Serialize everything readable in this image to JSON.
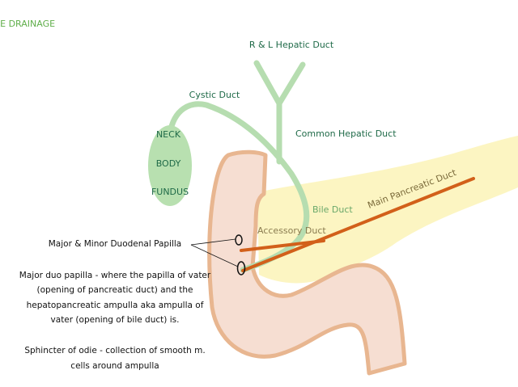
{
  "title": "LE DRAINAGE",
  "labels": {
    "rl_hepatic": "R & L Hepatic Duct",
    "cystic": "Cystic Duct",
    "common_hepatic": "Common Hepatic Duct",
    "neck": "NECK",
    "body": "BODY",
    "fundus": "FUNDUS",
    "bile_duct": "Bile Duct",
    "accessory_duct": "Accessory Duct",
    "main_pancreatic": "Main Pancreatic Duct",
    "papilla": "Major & Minor Duodenal Papilla"
  },
  "notes": {
    "major_papilla": [
      "Major duo papilla -  where the papilla of vater",
      "(opening of pancreatic duct) and the",
      "hepatopancreatic ampulla aka ampulla of",
      "vater (opening of bile duct)  is."
    ],
    "sphincter": [
      "Sphincter of odie - collection of smooth m.",
      "cells around ampulla"
    ]
  },
  "colors": {
    "title": "#5fae4a",
    "duct_green": "#b6ddb0",
    "label_dark": "#1f6a48",
    "pancreas": "#fcf4bf",
    "duodenum_fill": "#f6ded2",
    "duodenum_edge": "#e8b690",
    "pancreatic_duct": "#d2601a"
  }
}
